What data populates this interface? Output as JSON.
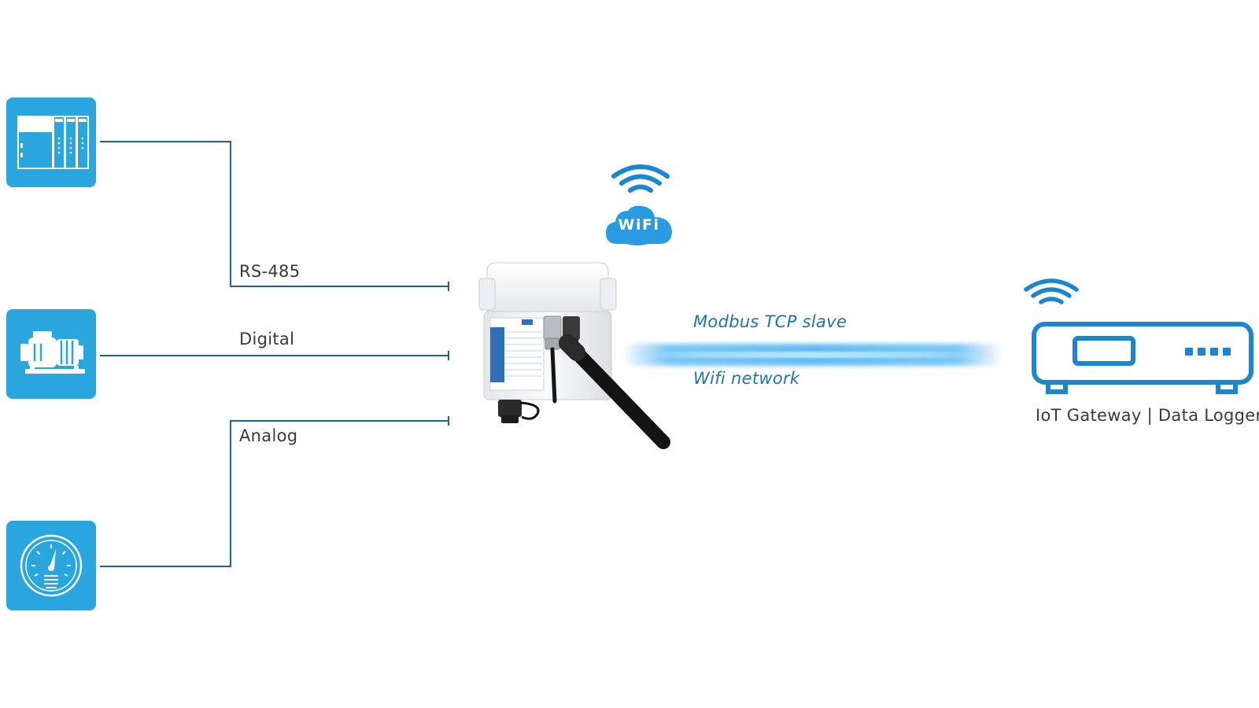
{
  "connections": {
    "rs485_label": "RS-485",
    "digital_label": "Digital",
    "analog_label": "Analog"
  },
  "network": {
    "protocol_label": "Modbus TCP slave",
    "network_label": "Wifi network"
  },
  "wifi_badge": {
    "text": "WiFi"
  },
  "gateway": {
    "label": "IoT Gateway | Data Logger"
  },
  "icons": {
    "plc": "plc-rack-icon",
    "motor": "motor-pump-icon",
    "gauge": "pressure-gauge-icon",
    "wifi": "wifi-signal-icon",
    "gateway": "router-gateway-icon"
  },
  "colors": {
    "tile": "#2aa6df",
    "line": "#1f5fa8",
    "accent": "#1a74bf",
    "badge": "#2a9be0"
  }
}
